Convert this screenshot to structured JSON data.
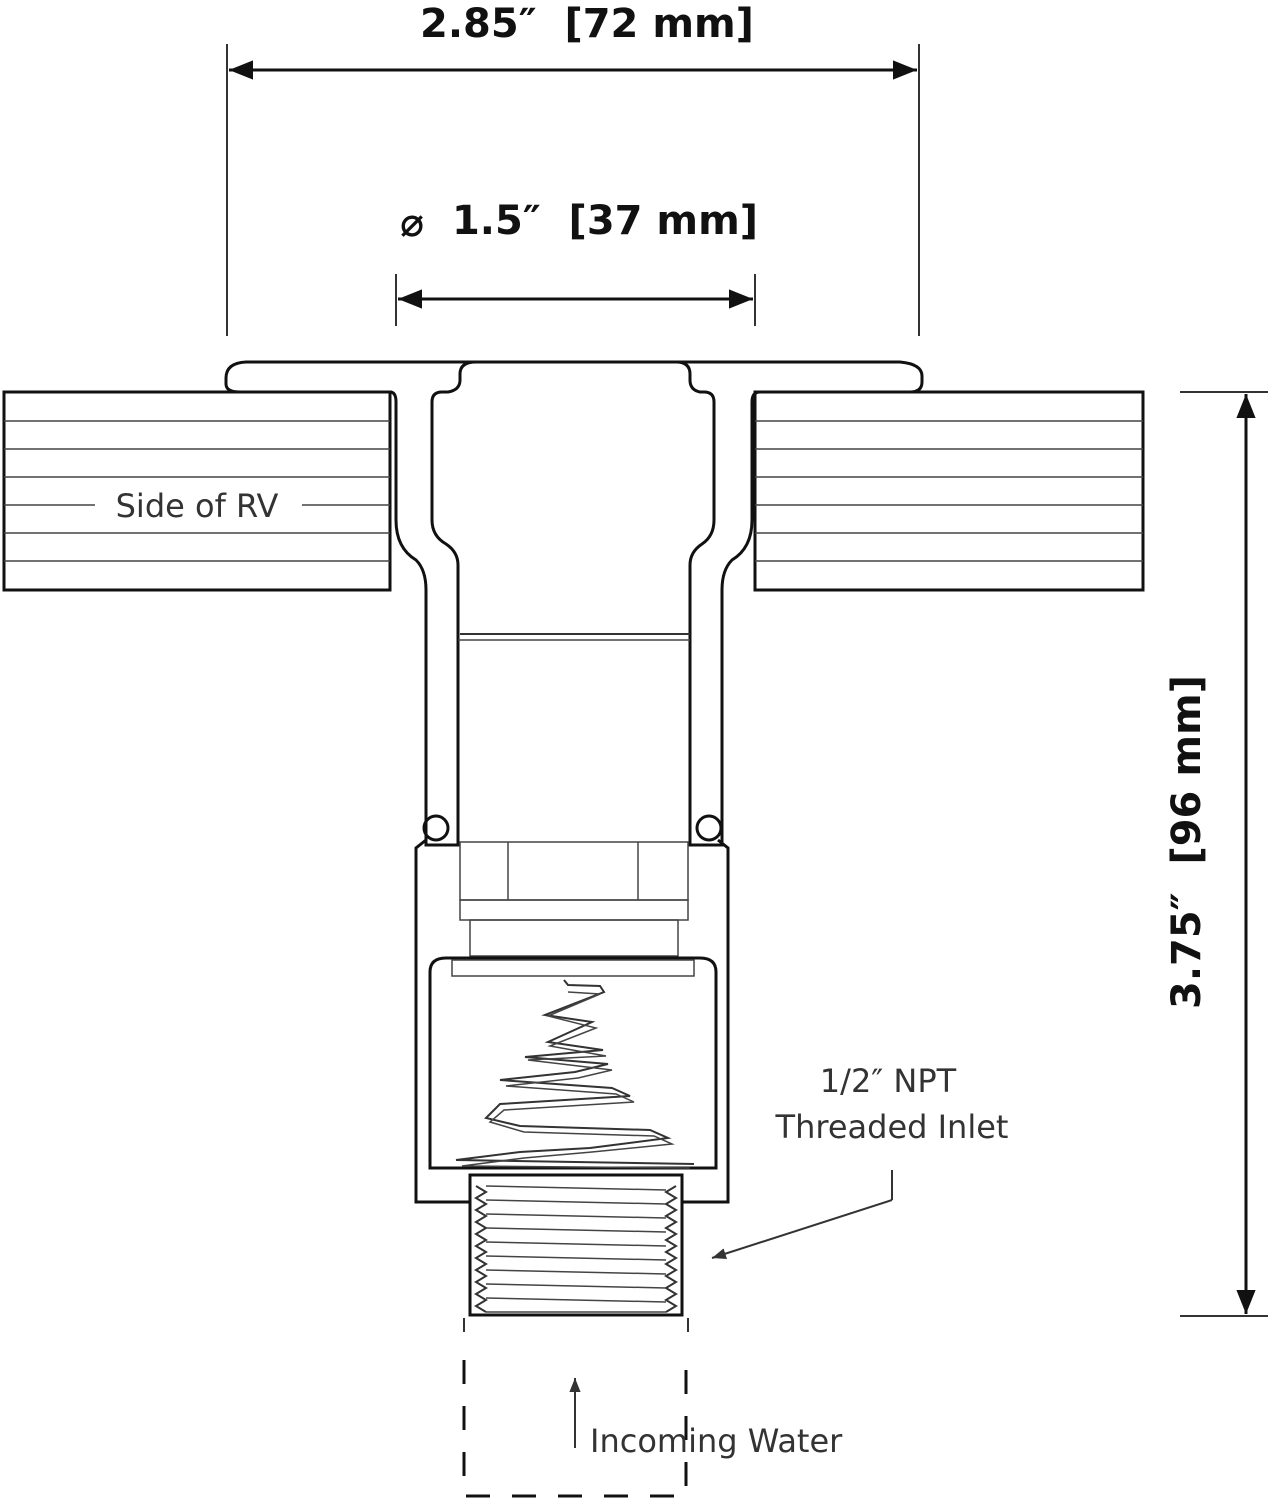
{
  "dimensions": {
    "overall_width": "2.85″  [72 mm]",
    "inner_diameter_symbol": "⌀",
    "inner_diameter": "1.5″  [37 mm]",
    "overall_height": "3.75″  [96 mm]"
  },
  "labels": {
    "wall": "Side of RV",
    "inlet_line1": "1/2″ NPT",
    "inlet_line2": "Threaded Inlet",
    "flow": "Incoming Water"
  },
  "colors": {
    "line": "#111111",
    "background": "#ffffff"
  }
}
